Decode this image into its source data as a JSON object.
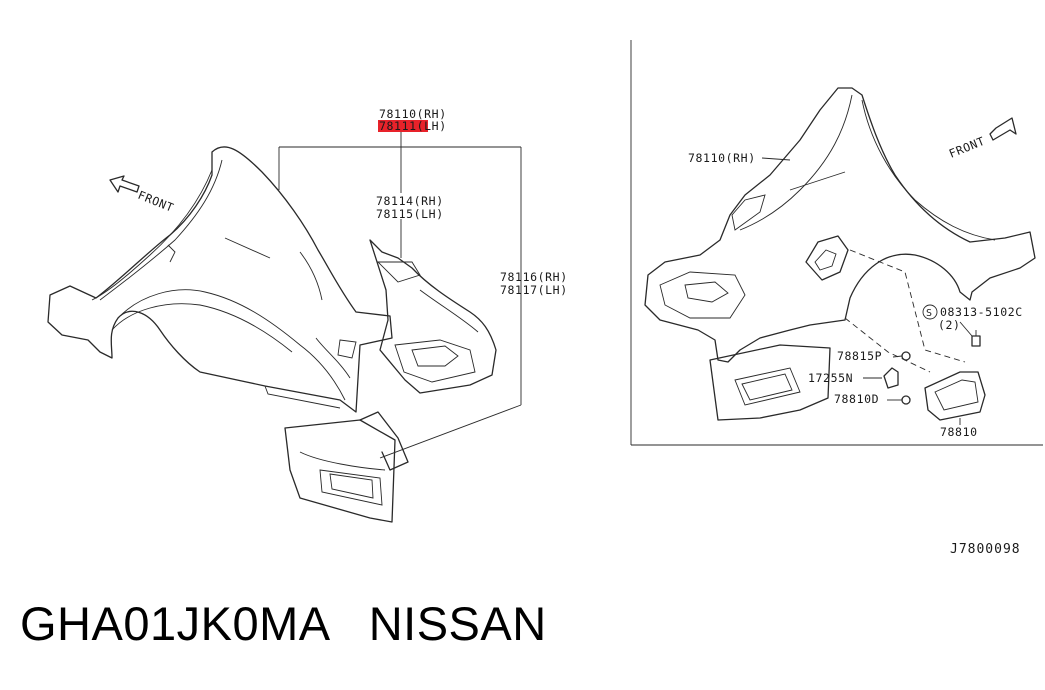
{
  "left_view": {
    "front_label": "FRONT",
    "callouts": {
      "c78110_rh": "78110(RH)",
      "c78111_lh": "78111(LH)",
      "c78114_rh": "78114(RH)",
      "c78115_lh": "78115(LH)",
      "c78116_rh": "78116(RH)",
      "c78117_lh": "78117(LH)"
    },
    "highlight_color": "#e8222a"
  },
  "right_view": {
    "front_label": "FRONT",
    "callouts": {
      "c78110_rh": "78110(RH)",
      "c08313": "08313-5102C",
      "c08313_qty": "(2)",
      "c08313_symbol": "S",
      "c78815p": "78815P",
      "c17255n": "17255N",
      "c78810d": "78810D",
      "c78810": "78810"
    }
  },
  "diagram_code": "J7800098",
  "caption": "GHA01JK0MA   NISSAN"
}
